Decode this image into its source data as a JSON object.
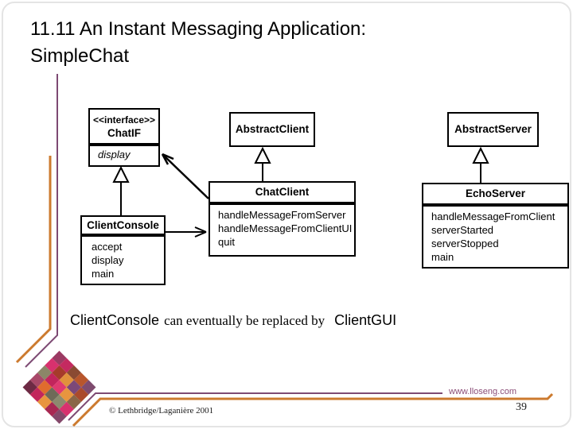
{
  "slide": {
    "title_line1": "11.11 An Instant Messaging Application:",
    "title_line2": "SimpleChat"
  },
  "diagram": {
    "chatif": {
      "stereotype": "<<interface>>",
      "name": "ChatIF",
      "methods": [
        "display"
      ]
    },
    "abstract_client": {
      "name": "AbstractClient"
    },
    "abstract_server": {
      "name": "AbstractServer"
    },
    "chat_client": {
      "name": "ChatClient",
      "methods": [
        "handleMessageFromServer",
        "handleMessageFromClientUI",
        "quit"
      ]
    },
    "echo_server": {
      "name": "EchoServer",
      "methods": [
        "handleMessageFromClient",
        "serverStarted",
        "serverStopped",
        "main"
      ]
    },
    "client_console": {
      "name": "ClientConsole",
      "methods": [
        "accept",
        "display",
        "main"
      ]
    }
  },
  "caption": {
    "part1": "ClientConsole",
    "part2": "can eventually be replaced by",
    "part3": "ClientGUI"
  },
  "footer": {
    "website": "www.lloseng.com",
    "copyright": "© Lethbridge/Laganière 2001",
    "page_number": "39"
  },
  "decor": {
    "purple": "#7d4a73",
    "orange": "#cc7a2e",
    "website_color": "#8b4d77",
    "diagram_line_color": "#000000",
    "quilt": [
      [
        "#9b3a63",
        "#c42a60",
        "#8a4a32",
        "#b8562c",
        "#7e4b6e"
      ],
      [
        "#d8316e",
        "#a63b2a",
        "#e0913c",
        "#7c4878",
        "#aa4a2c"
      ],
      [
        "#8c8668",
        "#c2255c",
        "#df3a70",
        "#e8953f",
        "#8a6648"
      ],
      [
        "#a84868",
        "#e06c2e",
        "#6e6a58",
        "#8c8a6e",
        "#d8316e"
      ],
      [
        "#6e2a44",
        "#c2255c",
        "#e8953f",
        "#a82852",
        "#84486a"
      ]
    ]
  }
}
